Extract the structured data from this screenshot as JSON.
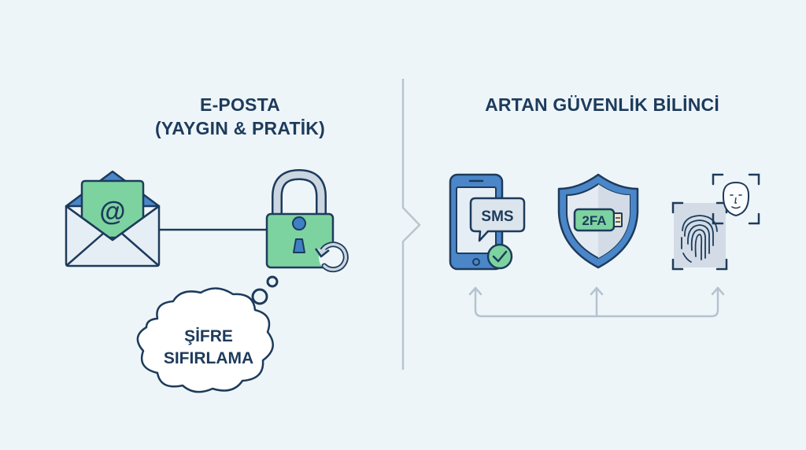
{
  "left": {
    "title_line1": "E-POSTA",
    "title_line2": "(YAYGIN & PRATİK)",
    "envelope_symbol": "@",
    "cloud_line1": "ŞİFRE",
    "cloud_line2": "SIFIRLAMA",
    "icons": [
      "envelope-icon",
      "padlock-icon",
      "reset-arrow-icon",
      "thought-cloud"
    ]
  },
  "right": {
    "title": "ARTAN GÜVENLİK BİLİNCİ",
    "sms_label": "SMS",
    "twofa_label": "2FA",
    "icons": [
      "smartphone-icon",
      "sms-bubble-icon",
      "check-icon",
      "shield-icon",
      "usb-key-icon",
      "fingerprint-icon",
      "face-scan-icon"
    ]
  },
  "colors": {
    "background": "#eef5f8",
    "navy": "#1d3b5c",
    "blue": "#3f7fc4",
    "green": "#7dd3a0",
    "light_gray": "#dce4ec",
    "connector": "#b4c3cf"
  }
}
